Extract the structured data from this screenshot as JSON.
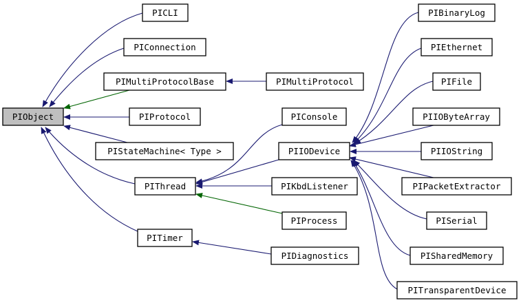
{
  "colors": {
    "public_inheritance": "#191970",
    "protected_inheritance": "#006400",
    "root_fill": "#bfbfbf"
  },
  "nodes": [
    {
      "id": "PIObject",
      "label": "PIObject",
      "root": true
    },
    {
      "id": "PICLI",
      "label": "PICLI"
    },
    {
      "id": "PIConnection",
      "label": "PIConnection"
    },
    {
      "id": "PIMultiProtocolBase",
      "label": "PIMultiProtocolBase"
    },
    {
      "id": "PIMultiProtocol",
      "label": "PIMultiProtocol"
    },
    {
      "id": "PIProtocol",
      "label": "PIProtocol"
    },
    {
      "id": "PIStateMachine",
      "label": "PIStateMachine< Type >"
    },
    {
      "id": "PIThread",
      "label": "PIThread"
    },
    {
      "id": "PITimer",
      "label": "PITimer"
    },
    {
      "id": "PIConsole",
      "label": "PIConsole"
    },
    {
      "id": "PIIODevice",
      "label": "PIIODevice"
    },
    {
      "id": "PIKbdListener",
      "label": "PIKbdListener"
    },
    {
      "id": "PIProcess",
      "label": "PIProcess"
    },
    {
      "id": "PIDiagnostics",
      "label": "PIDiagnostics"
    },
    {
      "id": "PIBinaryLog",
      "label": "PIBinaryLog"
    },
    {
      "id": "PIEthernet",
      "label": "PIEthernet"
    },
    {
      "id": "PIFile",
      "label": "PIFile"
    },
    {
      "id": "PIIOByteArray",
      "label": "PIIOByteArray"
    },
    {
      "id": "PIIOString",
      "label": "PIIOString"
    },
    {
      "id": "PIPacketExtractor",
      "label": "PIPacketExtractor"
    },
    {
      "id": "PISerial",
      "label": "PISerial"
    },
    {
      "id": "PISharedMemory",
      "label": "PISharedMemory"
    },
    {
      "id": "PITransparentDevice",
      "label": "PITransparentDevice"
    }
  ],
  "edges": [
    {
      "from": "PICLI",
      "to": "PIObject",
      "type": "public"
    },
    {
      "from": "PIConnection",
      "to": "PIObject",
      "type": "public"
    },
    {
      "from": "PIMultiProtocolBase",
      "to": "PIObject",
      "type": "protected"
    },
    {
      "from": "PIProtocol",
      "to": "PIObject",
      "type": "public"
    },
    {
      "from": "PIStateMachine",
      "to": "PIObject",
      "type": "public"
    },
    {
      "from": "PIThread",
      "to": "PIObject",
      "type": "public"
    },
    {
      "from": "PITimer",
      "to": "PIObject",
      "type": "public"
    },
    {
      "from": "PIMultiProtocol",
      "to": "PIMultiProtocolBase",
      "type": "public"
    },
    {
      "from": "PIConsole",
      "to": "PIThread",
      "type": "public"
    },
    {
      "from": "PIIODevice",
      "to": "PIThread",
      "type": "public"
    },
    {
      "from": "PIKbdListener",
      "to": "PIThread",
      "type": "public"
    },
    {
      "from": "PIProcess",
      "to": "PIThread",
      "type": "protected"
    },
    {
      "from": "PIDiagnostics",
      "to": "PITimer",
      "type": "public"
    },
    {
      "from": "PIBinaryLog",
      "to": "PIIODevice",
      "type": "public"
    },
    {
      "from": "PIEthernet",
      "to": "PIIODevice",
      "type": "public"
    },
    {
      "from": "PIFile",
      "to": "PIIODevice",
      "type": "public"
    },
    {
      "from": "PIIOByteArray",
      "to": "PIIODevice",
      "type": "public"
    },
    {
      "from": "PIIOString",
      "to": "PIIODevice",
      "type": "public"
    },
    {
      "from": "PIPacketExtractor",
      "to": "PIIODevice",
      "type": "public"
    },
    {
      "from": "PISerial",
      "to": "PIIODevice",
      "type": "public"
    },
    {
      "from": "PISharedMemory",
      "to": "PIIODevice",
      "type": "public"
    },
    {
      "from": "PITransparentDevice",
      "to": "PIIODevice",
      "type": "public"
    }
  ]
}
